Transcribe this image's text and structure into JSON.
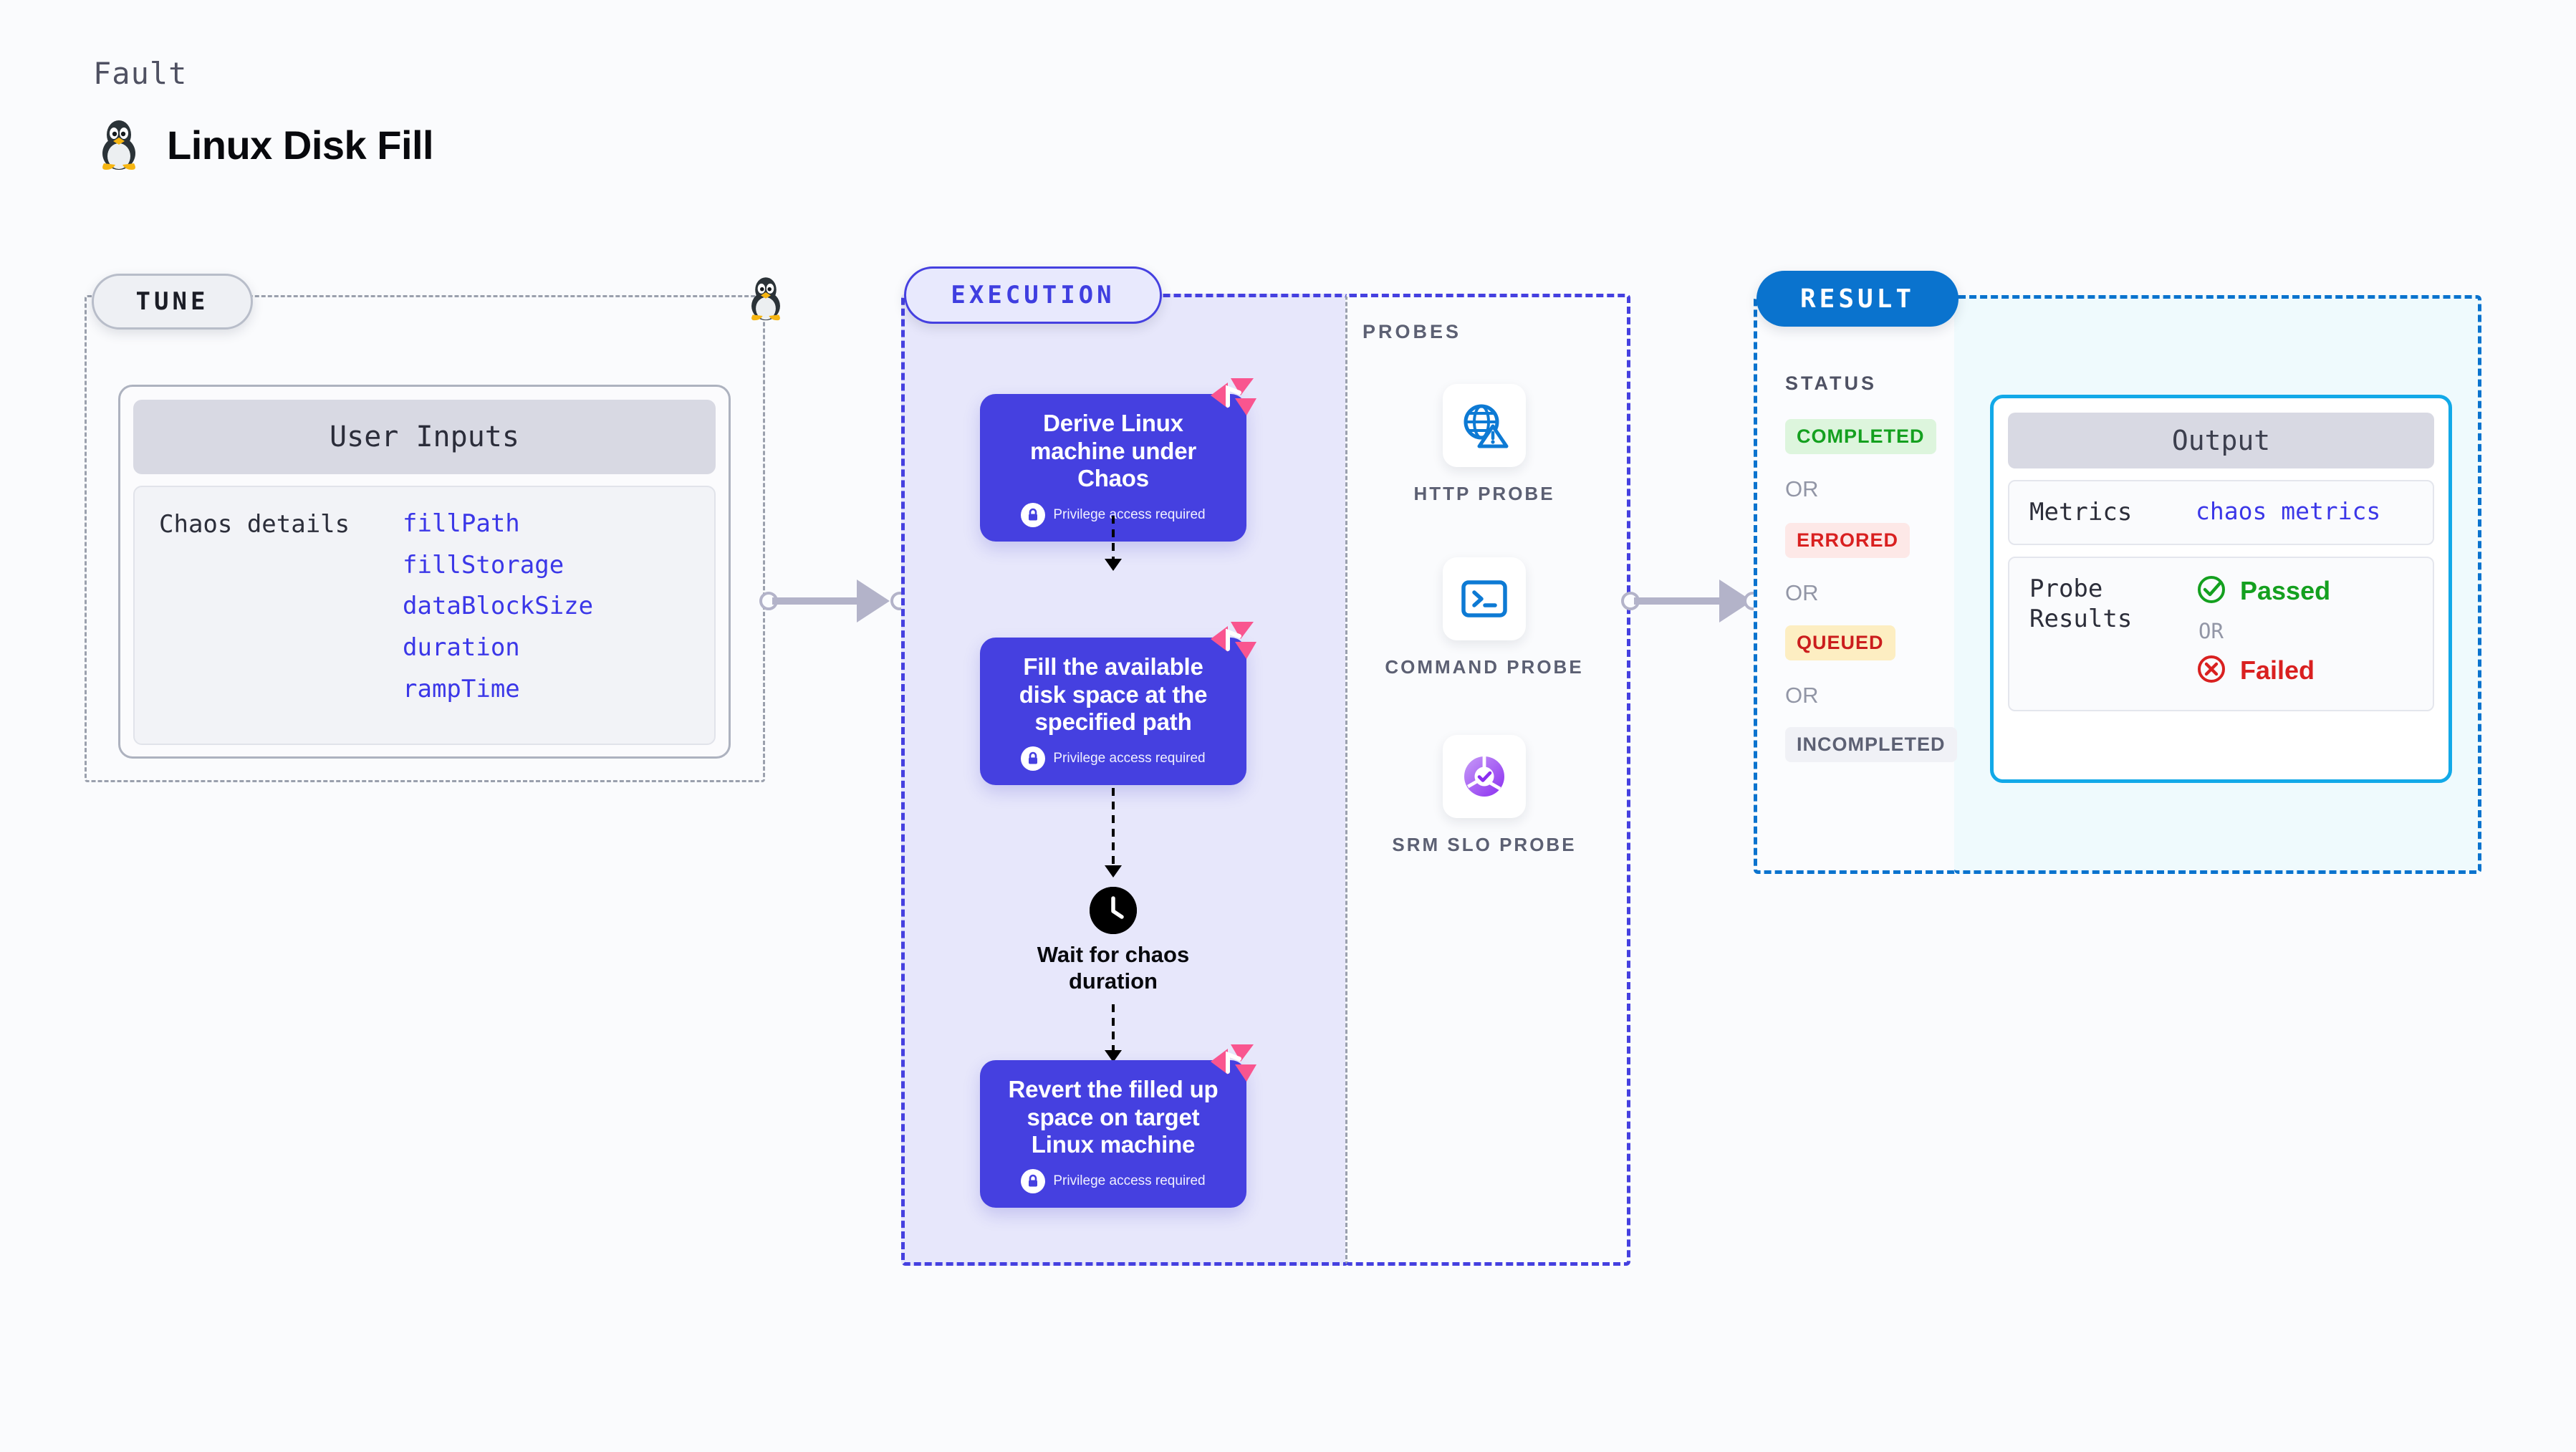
{
  "header": {
    "eyebrow": "Fault",
    "title": "Linux Disk Fill",
    "icon": "linux-penguin-icon"
  },
  "tune": {
    "pill_label": "TUNE",
    "card": {
      "header": "User Inputs",
      "key": "Chaos details",
      "values": [
        "fillPath",
        "fillStorage",
        "dataBlockSize",
        "duration",
        "rampTime"
      ]
    }
  },
  "execution": {
    "pill_label": "EXECUTION",
    "privilege_note": "Privilege access required",
    "steps": [
      {
        "title": "Derive Linux machine under Chaos",
        "privileged": true,
        "badge": "chaos-fault-icon"
      },
      {
        "title": "Fill the available disk space at the specified path",
        "privileged": true,
        "badge": "chaos-fault-icon"
      },
      {
        "title": "Revert the filled up space on target Linux machine",
        "privileged": true,
        "badge": "chaos-fault-icon"
      }
    ],
    "wait_node": {
      "icon": "clock-icon",
      "label": "Wait for chaos duration"
    }
  },
  "probes": {
    "title": "PROBES",
    "items": [
      {
        "label": "HTTP PROBE",
        "icon": "globe-warning-icon"
      },
      {
        "label": "COMMAND PROBE",
        "icon": "terminal-icon"
      },
      {
        "label": "SRM SLO PROBE",
        "icon": "slo-check-icon"
      }
    ]
  },
  "result": {
    "pill_label": "RESULT",
    "status_title": "STATUS",
    "or_label": "OR",
    "statuses": [
      {
        "label": "COMPLETED",
        "color": "#14a01f",
        "bg": "#ddf5dd"
      },
      {
        "label": "ERRORED",
        "color": "#d92020",
        "bg": "#fde8e7"
      },
      {
        "label": "QUEUED",
        "color": "#cb1d1d",
        "bg": "#fdeec2"
      },
      {
        "label": "INCOMPLETED",
        "color": "#5c6073",
        "bg": "#f0f1f6"
      }
    ],
    "output": {
      "header": "Output",
      "metrics_key": "Metrics",
      "metrics_value": "chaos metrics",
      "probe_results_key": "Probe Results",
      "passed_label": "Passed",
      "failed_label": "Failed",
      "or_label": "OR"
    }
  },
  "colors": {
    "accent_indigo": "#4540e0",
    "accent_blue": "#0a73ce",
    "accent_cyan": "#12a9e8",
    "accent_pink": "#f9558f",
    "link": "#3b37e8"
  }
}
